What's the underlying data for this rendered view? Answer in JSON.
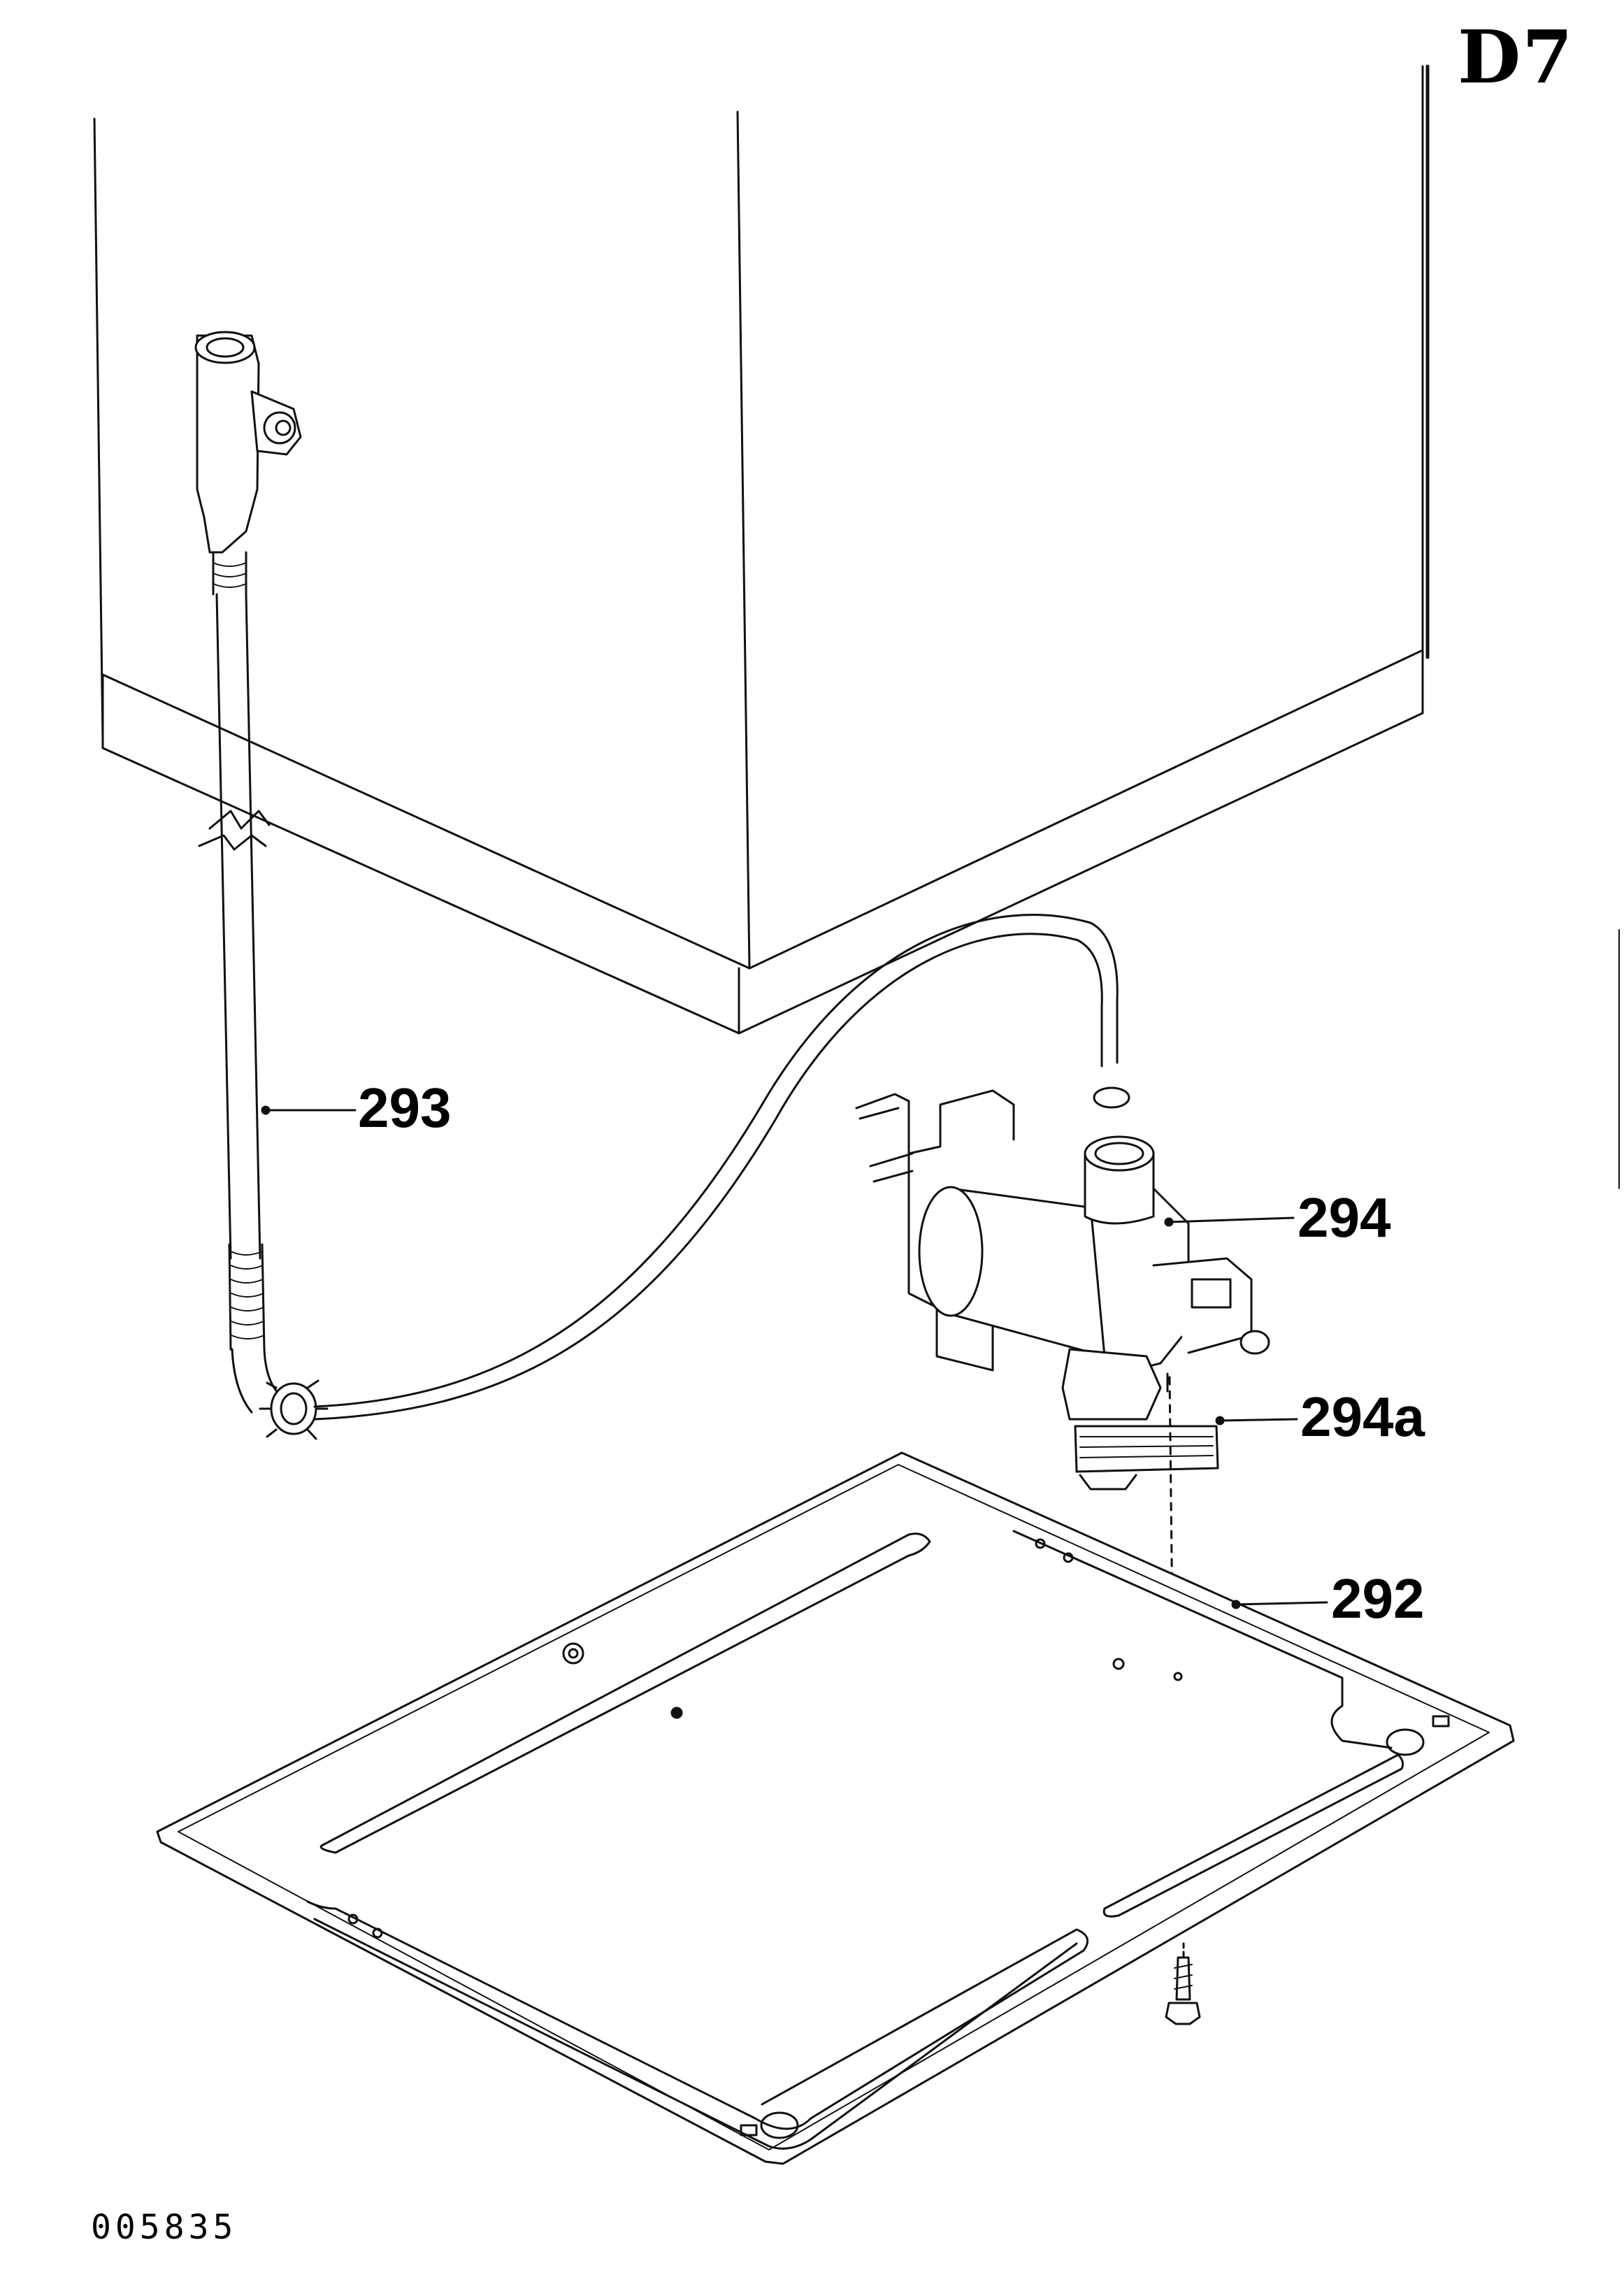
{
  "page_code": "D7",
  "drawing_number": "005835",
  "callouts": [
    {
      "id": "293",
      "label": "293",
      "part": "drain-hose"
    },
    {
      "id": "294",
      "label": "294",
      "part": "drain-pump"
    },
    {
      "id": "294a",
      "label": "294a",
      "part": "pump-filter-connector"
    },
    {
      "id": "292",
      "label": "292",
      "part": "base-plate"
    }
  ]
}
